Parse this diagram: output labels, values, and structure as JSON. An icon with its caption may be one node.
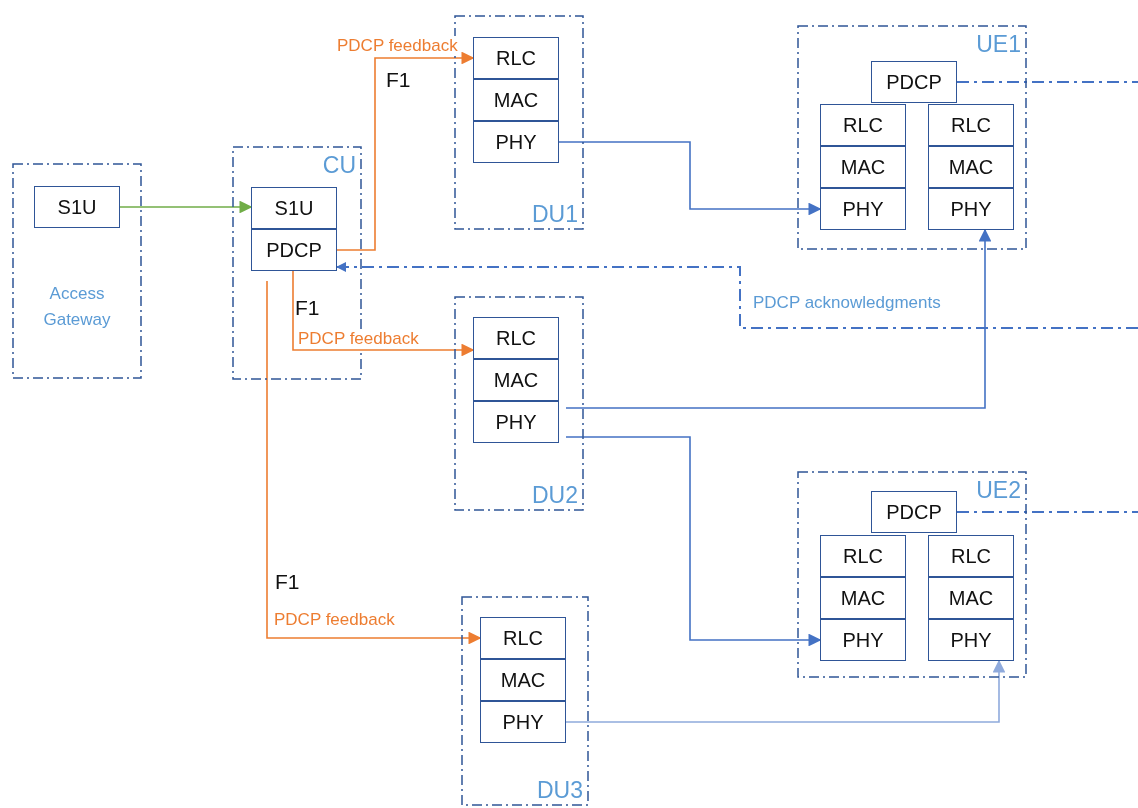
{
  "diagram": {
    "nodes": [
      {
        "text": [
          "Access Gateway"
        ]
      },
      {
        "text": [
          "S1U"
        ],
        "in": 0
      },
      {
        "text": [
          "CU"
        ]
      },
      {
        "text": [
          "S1U"
        ],
        "in": 2
      },
      {
        "text": [
          "PDCP"
        ],
        "in": 2
      },
      {
        "text": [
          "DU1"
        ]
      },
      {
        "text": [
          "RLC"
        ],
        "in": 5
      },
      {
        "text": [
          "MAC"
        ],
        "in": 5
      },
      {
        "text": [
          "PHY"
        ],
        "in": 5
      },
      {
        "text": [
          "DU2"
        ]
      },
      {
        "text": [
          "RLC"
        ],
        "in": 9
      },
      {
        "text": [
          "MAC"
        ],
        "in": 9
      },
      {
        "text": [
          "PHY"
        ],
        "in": 9
      },
      {
        "text": [
          "DU3"
        ]
      },
      {
        "text": [
          "RLC"
        ],
        "in": 13
      },
      {
        "text": [
          "MAC"
        ],
        "in": 13
      },
      {
        "text": [
          "PHY"
        ],
        "in": 13
      },
      {
        "text": [
          "UE1"
        ]
      },
      {
        "text": [
          "PDCP"
        ],
        "in": 17
      },
      {
        "text": [
          "RLC"
        ],
        "in": 17
      },
      {
        "text": [
          "MAC"
        ],
        "in": 17
      },
      {
        "text": [
          "PHY"
        ],
        "in": 17
      },
      {
        "text": [
          "RLC"
        ],
        "in": 17
      },
      {
        "text": [
          "MAC"
        ],
        "in": 17
      },
      {
        "text": [
          "PHY"
        ],
        "in": 17
      },
      {
        "text": [
          "UE2"
        ]
      },
      {
        "text": [
          "PDCP"
        ],
        "in": 25
      },
      {
        "text": [
          "RLC"
        ],
        "in": 25
      },
      {
        "text": [
          "MAC"
        ],
        "in": 25
      },
      {
        "text": [
          "PHY"
        ],
        "in": 25
      },
      {
        "text": [
          "RLC"
        ],
        "in": 25
      },
      {
        "text": [
          "MAC"
        ],
        "in": 25
      },
      {
        "text": [
          "PHY"
        ],
        "in": 25
      }
    ],
    "edges": [
      {
        "from": 1,
        "to": 3,
        "arrow": "to",
        "color": "#70ad47"
      },
      {
        "from": 4,
        "to": 6,
        "arrow": "to",
        "label": "PDCP feedback",
        "color": "#ed7d31"
      },
      {
        "from": 4,
        "to": 10,
        "arrow": "to",
        "label": "PDCP feedback",
        "color": "#ed7d31"
      },
      {
        "from": 4,
        "to": 14,
        "arrow": "to",
        "label": "PDCP feedback",
        "color": "#ed7d31"
      },
      {
        "from": 8,
        "to": 21,
        "arrow": "to"
      },
      {
        "from": 12,
        "to": 24,
        "arrow": "to"
      },
      {
        "from": 12,
        "to": 29,
        "arrow": "to"
      },
      {
        "from": 16,
        "to": 32,
        "arrow": "to",
        "color": "#8faadc"
      },
      {
        "from": null,
        "to": 4,
        "arrow": "to",
        "label": "PDCP acknowledgments",
        "style": "dashed"
      },
      {
        "from": 18,
        "to": null,
        "arrow": "none",
        "style": "dashed"
      },
      {
        "from": 26,
        "to": null,
        "arrow": "none",
        "style": "dashed"
      }
    ],
    "labels": [
      "F1",
      "F1",
      "F1"
    ]
  }
}
